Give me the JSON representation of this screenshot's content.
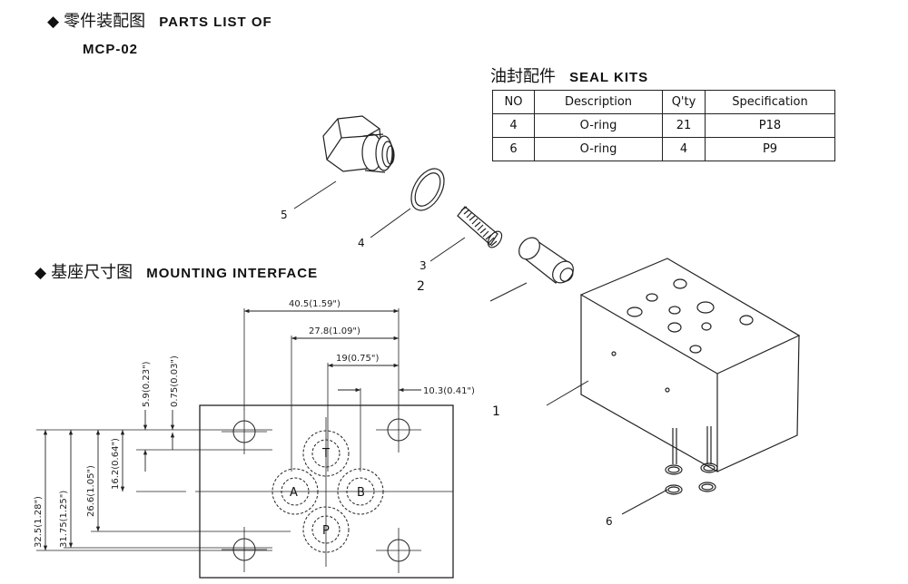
{
  "parts_header": {
    "diamond": "◆",
    "title_cn": "零件装配图",
    "title_en": "PARTS LIST OF",
    "model": "MCP-02"
  },
  "seal_kits": {
    "title_cn": "油封配件",
    "title_en": "SEAL KITS",
    "columns": [
      "NO",
      "Description",
      "Q'ty",
      "Specification"
    ],
    "rows": [
      [
        "4",
        "O-ring",
        "21",
        "P18"
      ],
      [
        "6",
        "O-ring",
        "4",
        "P9"
      ]
    ]
  },
  "mounting_header": {
    "diamond": "◆",
    "title_cn": "基座尺寸图",
    "title_en": "MOUNTING INTERFACE"
  },
  "callouts": [
    "5",
    "4",
    "3",
    "2",
    "1",
    "6"
  ],
  "dimensions": {
    "h1": "40.5(1.59\")",
    "h2": "27.8(1.09\")",
    "h3": "19(0.75\")",
    "h4": "10.3(0.41\")",
    "v1": "5.9(0.23\")",
    "v2": "0.75(0.03\")",
    "v3": "16.2(0.64\")",
    "v4": "26.6(1.05\")",
    "v5": "31.75(1.25\")",
    "v6": "32.5(1.28\")"
  },
  "ports": [
    "T",
    "A",
    "B",
    "P"
  ],
  "colors": {
    "line": "#222222",
    "background": "#ffffff"
  }
}
